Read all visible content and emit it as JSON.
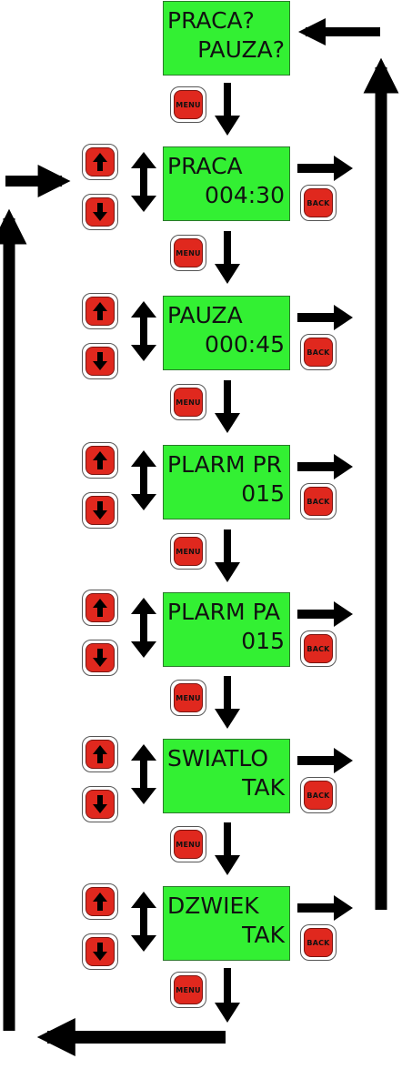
{
  "start": {
    "line1": "PRACA?",
    "line2": "PAUZA?"
  },
  "menu_label": "MENU",
  "back_label": "BACK",
  "screens": [
    {
      "line1": "PRACA",
      "line2": "004:30"
    },
    {
      "line1": "PAUZA",
      "line2": "000:45"
    },
    {
      "line1": "PLARM PR",
      "line2": "015"
    },
    {
      "line1": "PLARM PA",
      "line2": "015"
    },
    {
      "line1": "SWIATLO",
      "line2": "TAK"
    },
    {
      "line1": "DZWIEK",
      "line2": "TAK"
    }
  ],
  "colors": {
    "display": "#33f033",
    "button": "#e0281e",
    "arrow": "#000000"
  },
  "icons": {
    "up": "arrow-up-icon",
    "down": "arrow-down-icon"
  }
}
